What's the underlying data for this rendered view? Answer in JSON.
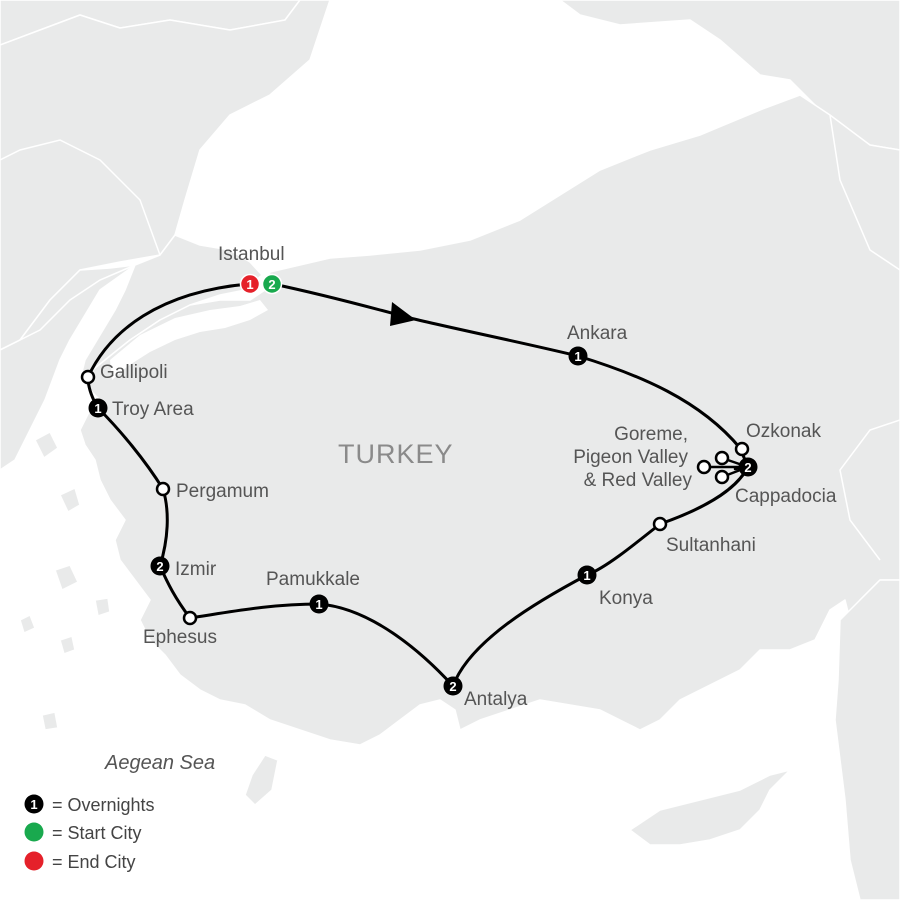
{
  "map": {
    "country_label": "TURKEY",
    "sea_label": "Aegean Sea",
    "colors": {
      "land": "#e9eaea",
      "sea": "#ffffff",
      "border": "#ffffff",
      "route": "#000000",
      "overnight": "#000000",
      "start": "#19a94e",
      "end": "#e5212a",
      "text": "#555555"
    },
    "cities": {
      "istanbul": {
        "name": "Istanbul",
        "end_nights": "1",
        "start_nights": "2"
      },
      "gallipoli": {
        "name": "Gallipoli"
      },
      "troy": {
        "name": "Troy Area",
        "nights": "1"
      },
      "pergamum": {
        "name": "Pergamum"
      },
      "izmir": {
        "name": "Izmir",
        "nights": "2"
      },
      "ephesus": {
        "name": "Ephesus"
      },
      "pamukkale": {
        "name": "Pamukkale",
        "nights": "1"
      },
      "antalya": {
        "name": "Antalya",
        "nights": "2"
      },
      "konya": {
        "name": "Konya",
        "nights": "1"
      },
      "sultanhani": {
        "name": "Sultanhani"
      },
      "cappadocia": {
        "name": "Cappadocia",
        "nights": "2"
      },
      "ozkonak": {
        "name": "Ozkonak"
      },
      "goreme": {
        "line1": "Goreme,",
        "line2": "Pigeon Valley",
        "line3": "& Red Valley"
      },
      "ankara": {
        "name": "Ankara",
        "nights": "1"
      }
    }
  },
  "legend": {
    "overnights": {
      "symbol": "1",
      "label": "= Overnights"
    },
    "start": {
      "label": "= Start City"
    },
    "end": {
      "label": "= End City"
    }
  }
}
